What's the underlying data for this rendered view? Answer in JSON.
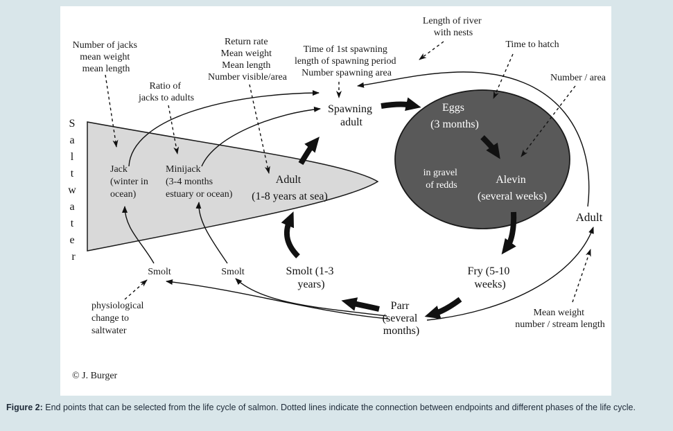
{
  "diagram": {
    "saltwater_label": "Saltwater",
    "stages": {
      "spawning_adult": [
        "Spawning",
        "adult"
      ],
      "eggs": [
        "Eggs",
        "(3 months)"
      ],
      "alevin": [
        "Alevin",
        "(several weeks)"
      ],
      "gravel": [
        "in gravel",
        "of redds"
      ],
      "adult_river": "Adult",
      "fry": [
        "Fry (5-10",
        "weeks)"
      ],
      "parr": [
        "Parr",
        "(several",
        "months)"
      ],
      "smolt_main": [
        "Smolt (1-3",
        "years)"
      ],
      "smolt_left": "Smolt",
      "smolt_mid": "Smolt",
      "adult_sea": [
        "Adult",
        "(1-8 years at sea)"
      ],
      "jack": [
        "Jack",
        "(winter in",
        "ocean)"
      ],
      "minijack": [
        "Minijack",
        "(3-4 months",
        "estuary or ocean)"
      ]
    },
    "endpoints": {
      "jacks": [
        "Number of jacks",
        "mean weight",
        "mean length"
      ],
      "ratio": [
        "Ratio of",
        "jacks to adults"
      ],
      "return": [
        "Return rate",
        "Mean weight",
        "Mean length",
        "Number visible/area"
      ],
      "spawning": [
        "Time of 1st spawning",
        "length of spawning period",
        "Number spawning area"
      ],
      "river_length": [
        "Length of river",
        "with nests"
      ],
      "hatch": "Time to hatch",
      "number_area": "Number / area",
      "physio": [
        "physiological",
        "change to",
        "saltwater"
      ],
      "mean_weight": [
        "Mean weight",
        "number / stream length"
      ]
    },
    "copyright": "© J. Burger"
  },
  "caption": {
    "label": "Figure 2:",
    "text": " End points that can be selected from the life cycle of salmon. Dotted lines indicate the connection between endpoints and different phases of the life cycle."
  }
}
